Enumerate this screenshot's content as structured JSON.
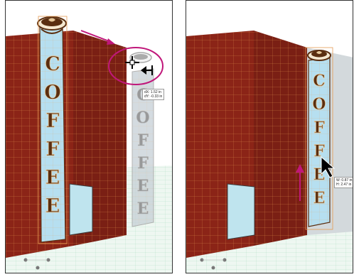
{
  "colors": {
    "brick": "#8b2417",
    "brick_dark": "#6a1a10",
    "grid_line": "#e59a52",
    "sign_face": "#b6dff0",
    "sign_letter": "#5a2e10",
    "floor": "#dff0e8",
    "guide_arrow": "#c0177a",
    "ghost": "#9a9a9a"
  },
  "left_panel": {
    "sign_letters": [
      "C",
      "O",
      "F",
      "F",
      "E",
      "E"
    ],
    "move_tooltip": {
      "dx": "dX: 1.52 in",
      "dy": "dY: -0.33 in"
    },
    "cursor_icon": "perspective-move-cursor"
  },
  "right_panel": {
    "sign_letters": [
      "C",
      "O",
      "F",
      "F",
      "E",
      "E"
    ],
    "size_tooltip": {
      "width": "W: 0.87 in",
      "height": "H: 2.47 in"
    },
    "cursor_icon": "selection-arrow-cursor"
  }
}
